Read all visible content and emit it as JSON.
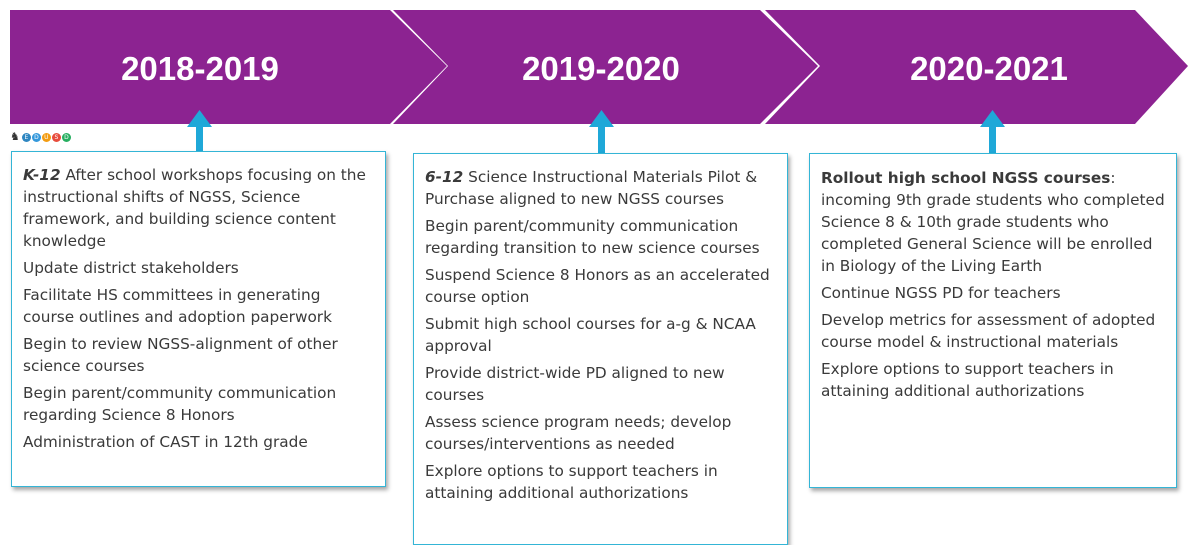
{
  "phases": [
    {
      "year": "2018-2019",
      "items": [
        {
          "lead": "K-12",
          "text": " After school workshops focusing on the instructional shifts of NGSS, Science framework, and building science content knowledge"
        },
        {
          "lead": "",
          "text": "Update district stakeholders"
        },
        {
          "lead": "",
          "text": "Facilitate HS committees in generating course outlines and adoption paperwork"
        },
        {
          "lead": "",
          "text": "Begin to review NGSS-alignment of other science courses"
        },
        {
          "lead": "",
          "text": "Begin parent/community communication regarding Science 8 Honors"
        },
        {
          "lead": "",
          "text": "Administration of  CAST in 12th grade"
        }
      ]
    },
    {
      "year": "2019-2020",
      "items": [
        {
          "lead": "6-12",
          "text": " Science Instructional Materials Pilot & Purchase aligned to new NGSS courses"
        },
        {
          "lead": "",
          "text": "Begin parent/community communication regarding transition to new science courses"
        },
        {
          "lead": "",
          "text": "Suspend Science 8 Honors as an accelerated course option"
        },
        {
          "lead": "",
          "text": "Submit high school courses for a-g & NCAA approval"
        },
        {
          "lead": "",
          "text": "Provide district-wide PD aligned to new courses"
        },
        {
          "lead": "",
          "text": "Assess science program needs; develop courses/interventions as needed"
        },
        {
          "lead": "",
          "text": "Explore options to support teachers in attaining additional authorizations"
        }
      ]
    },
    {
      "year": "2020-2021",
      "items": [
        {
          "lead_bold": "Rollout high school NGSS courses",
          "text": ": incoming 9th grade students who completed Science 8 & 10th grade students who completed General Science will be enrolled in Biology of the Living Earth"
        },
        {
          "lead": "",
          "text": "Continue NGSS PD for teachers"
        },
        {
          "lead": "",
          "text": "Develop metrics for assessment of adopted course model & instructional materials"
        },
        {
          "lead": "",
          "text": "Explore options to support teachers in attaining additional authorizations"
        }
      ]
    }
  ],
  "logo": {
    "letters": [
      "E",
      "D",
      "U",
      "S",
      "D"
    ],
    "colors": [
      "#2e86c1",
      "#3498db",
      "#f39c12",
      "#e74c3c",
      "#27ae60"
    ]
  },
  "colors": {
    "chevron": "#8c2391",
    "pointer": "#1fa8d8",
    "box_border": "#34b5d6"
  }
}
